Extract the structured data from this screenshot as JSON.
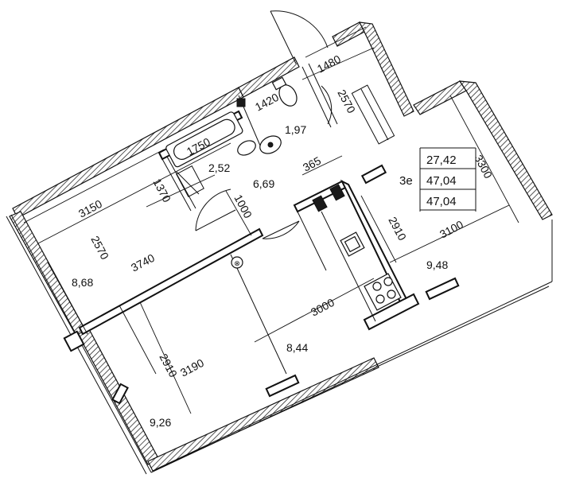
{
  "floorplan": {
    "areas": {
      "bath": "2,52",
      "wc": "1,97",
      "hall": "6,69",
      "bedroom": "8,68",
      "kitchen": "9,48",
      "living": "8,44",
      "balcony": "9,26"
    },
    "dimensions": {
      "d1480": "1480",
      "d1420": "1420",
      "d2570_top": "2570",
      "d1750": "1750",
      "d3150": "3150",
      "d1370": "1370",
      "d1000": "1000",
      "d3740": "3740",
      "d2570_left": "2570",
      "d365": "365",
      "d2910_k": "2910",
      "d3100": "3100",
      "d3300": "3300",
      "d3000": "3000",
      "d2910_l": "2910",
      "d3190": "3190"
    },
    "summary": {
      "rooms": "3e",
      "living_area": "27,42",
      "total_area": "47,04",
      "total_area_2": "47,04"
    }
  }
}
